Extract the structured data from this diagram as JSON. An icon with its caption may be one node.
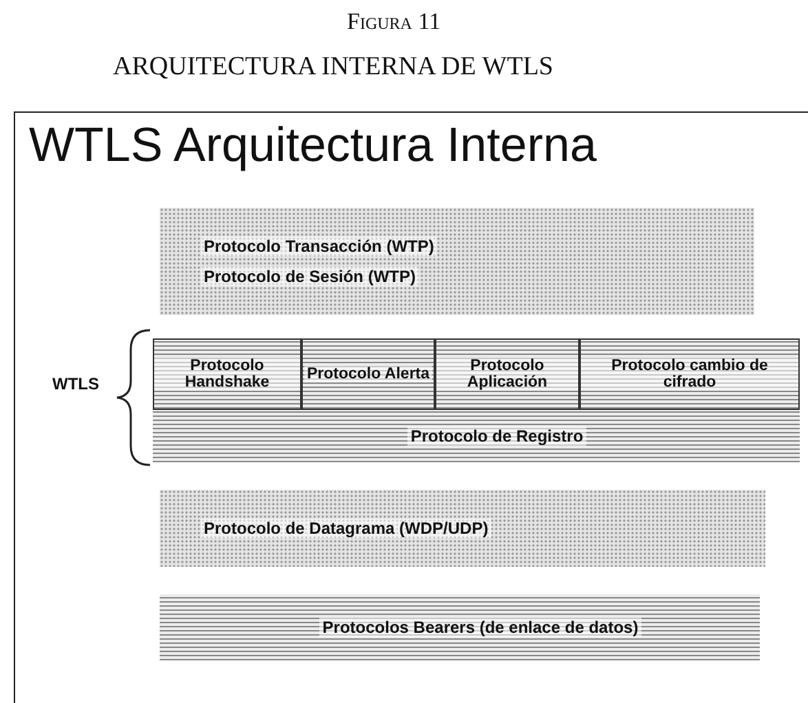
{
  "diagram": {
    "title": "ARQUITECTURA INTERNA DE WTLS",
    "nodes": [
      {
        "text": [
          "WTLS Arquitectura Interna"
        ]
      },
      {
        "text": [
          "Protocolo Transacción (WTP)",
          "Protocolo de Sesión (WTP)"
        ],
        "in": 0
      },
      {
        "text": [
          "Protocolo Handshake"
        ],
        "in": 0
      },
      {
        "text": [
          "Protocolo Alerta"
        ],
        "in": 0
      },
      {
        "text": [
          "Protocolo Aplicación"
        ],
        "in": 0
      },
      {
        "text": [
          "Protocolo cambio de cifrado"
        ],
        "in": 0
      },
      {
        "text": [
          "Protocolo de Registro"
        ],
        "in": 0
      },
      {
        "text": [
          "Protocolo de Datagrama (WDP/UDP)"
        ],
        "in": 0
      },
      {
        "text": [
          "Protocolos Bearers (de enlace de datos)"
        ],
        "in": 0
      }
    ],
    "labels": [
      "Figura 11",
      "WTLS"
    ]
  }
}
